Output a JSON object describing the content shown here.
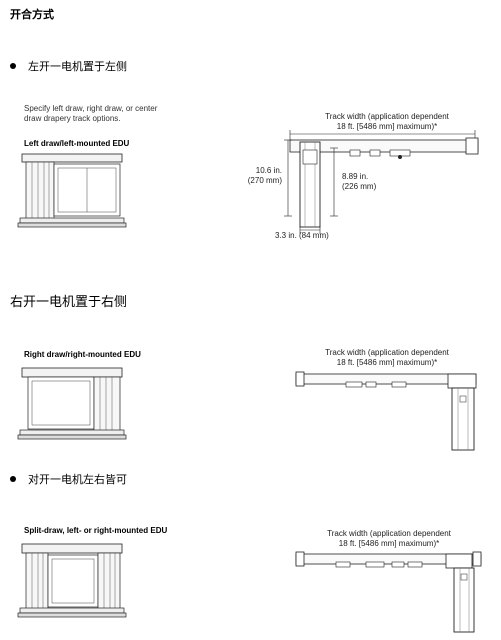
{
  "page": {
    "title": "开合方式",
    "sections": [
      {
        "bullet": "左开一电机置于左侧",
        "description": [
          "Specify left draw, right draw, or center",
          "draw drapery track options."
        ],
        "drawing_label": "Left draw/left-mounted EDU",
        "track_width": [
          "Track width (application dependent",
          "18 ft. [5486 mm] maximum)*"
        ],
        "dim_height": [
          "10.6 in.",
          "(270 mm)"
        ],
        "dim_inner": [
          "8.89 in.",
          "(226 mm)"
        ],
        "dim_depth": "3.3 in. (84 mm)"
      },
      {
        "bullet": "右开一电机置于右侧",
        "drawing_label": "Right draw/right-mounted EDU",
        "track_width": [
          "Track width (application dependent",
          "18 ft. [5486 mm] maximum)*"
        ]
      },
      {
        "bullet": "对开一电机左右皆可",
        "drawing_label": "Split-draw, left- or right-mounted EDU",
        "track_width": [
          "Track width (application dependent",
          "18 ft. [5486 mm] maximum)*"
        ]
      }
    ]
  }
}
